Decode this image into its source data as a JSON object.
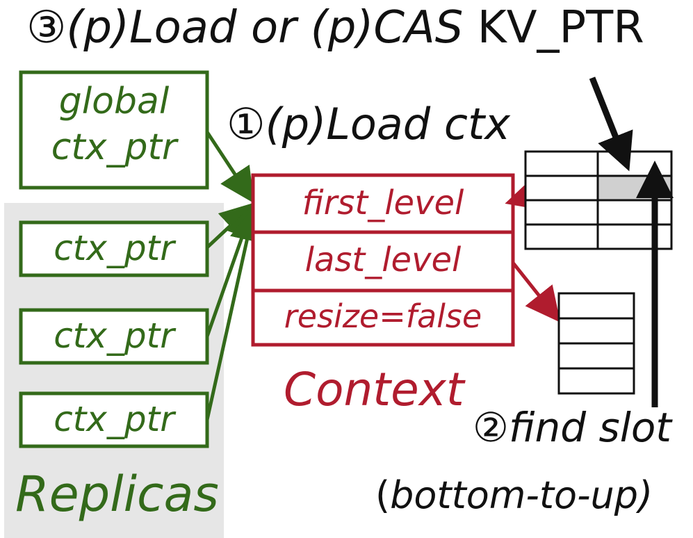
{
  "step3": {
    "circled": "③",
    "text": "(p)Load or (p)CAS",
    "kv": "KV_PTR"
  },
  "step1": {
    "circled": "①",
    "text": "(p)Load ctx"
  },
  "step2": {
    "circled": "②",
    "text": "find slot",
    "sub_open": "(",
    "sub_text": "bottom-to-up)"
  },
  "global_box": {
    "line1": "global",
    "line2": "ctx_ptr"
  },
  "replicas": {
    "items": [
      "ctx_ptr",
      "ctx_ptr",
      "ctx_ptr"
    ],
    "label": "Replicas"
  },
  "context": {
    "fields": [
      "first_level",
      "last_level",
      "resize=false"
    ],
    "label": "Context"
  },
  "colors": {
    "green": "#336a1a",
    "red": "#b01c2e",
    "black": "#111111",
    "gray_panel": "#e6e6e6",
    "highlight_cell": "#d0d0d0"
  }
}
